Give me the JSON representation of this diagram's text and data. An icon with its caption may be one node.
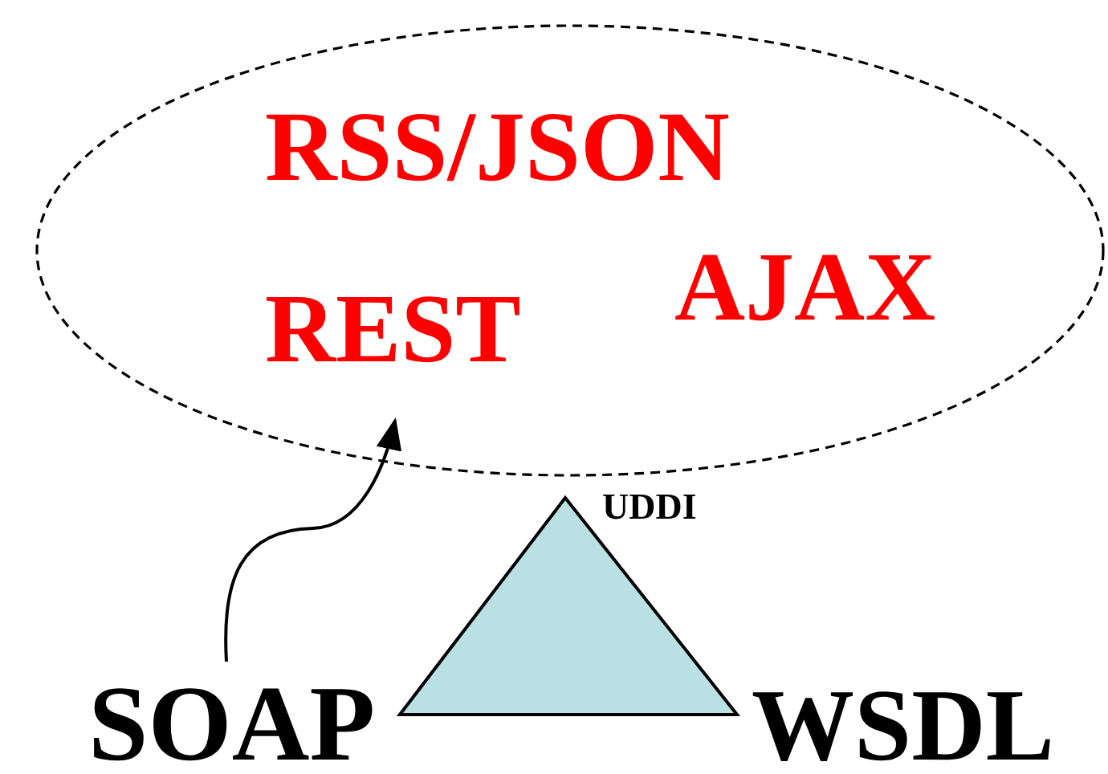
{
  "diagram": {
    "nodes": [
      {
        "text": [],
        "shape": "ellipse"
      },
      {
        "text": [
          "RSS/JSON"
        ],
        "in": 0
      },
      {
        "text": [
          "REST"
        ],
        "in": 0
      },
      {
        "text": [
          "AJAX"
        ],
        "in": 0
      },
      {
        "text": [],
        "shape": "triangle",
        "beside": [
          "UDDI",
          "WSDL"
        ]
      },
      {
        "text": [
          "SOAP"
        ]
      }
    ],
    "edges": [
      {
        "from": 5,
        "to": 0,
        "arrow": "to"
      }
    ]
  }
}
